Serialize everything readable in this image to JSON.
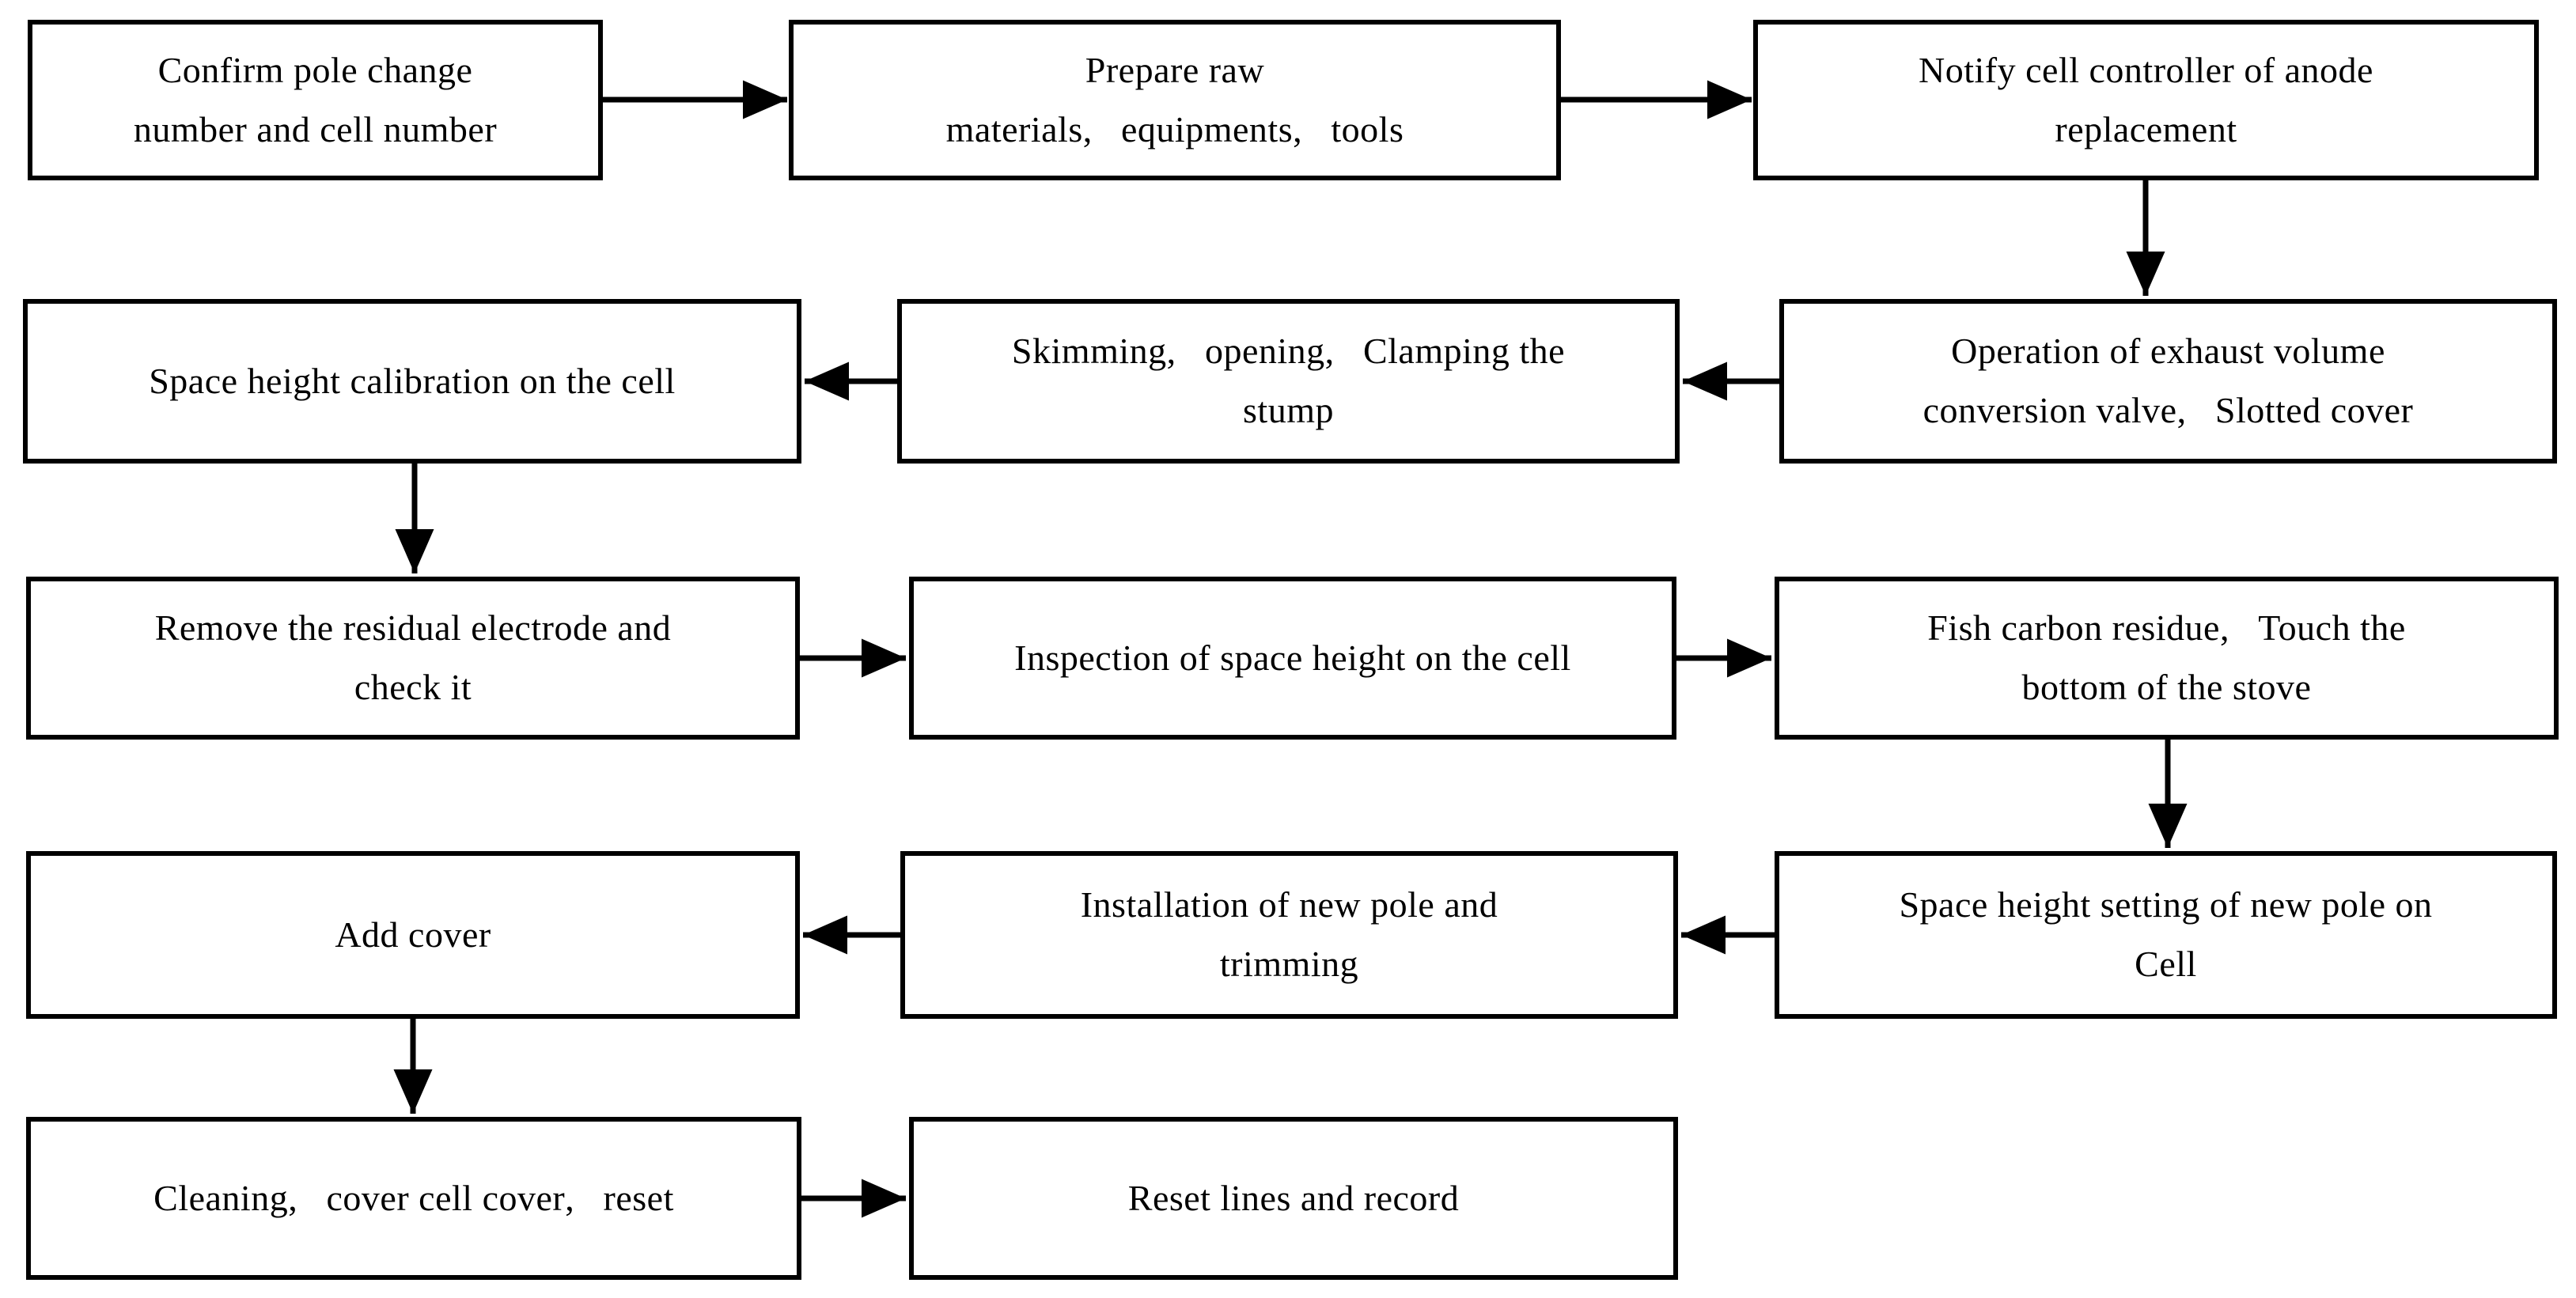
{
  "diagram": {
    "type": "flowchart",
    "background_color": "#ffffff",
    "box_border_color": "#000000",
    "arrow_color": "#000000",
    "text_color": "#000000",
    "nodes": [
      {
        "id": "confirm-pole-change",
        "label": "Confirm pole change\nnumber and cell number"
      },
      {
        "id": "prepare-raw-materials",
        "label": "Prepare raw\nmaterials、equipments、tools"
      },
      {
        "id": "notify-cell-controller",
        "label": "Notify cell controller of anode\nreplacement"
      },
      {
        "id": "exhaust-valve-operation",
        "label": "Operation of exhaust volume\nconversion valve、Slotted cover"
      },
      {
        "id": "skimming-opening-clamping",
        "label": "Skimming、opening、Clamping the\nstump"
      },
      {
        "id": "space-height-calibration",
        "label": "Space height calibration on the cell"
      },
      {
        "id": "remove-residual-electrode",
        "label": "Remove the residual electrode and\ncheck it"
      },
      {
        "id": "inspection-space-height",
        "label": "Inspection of space height on the cell"
      },
      {
        "id": "fish-carbon-residue",
        "label": "Fish carbon residue、Touch the\nbottom of the stove"
      },
      {
        "id": "space-height-setting-new-pole",
        "label": "Space height setting of new pole on\nCell"
      },
      {
        "id": "install-new-pole-trimming",
        "label": "Installation of new pole and\ntrimming"
      },
      {
        "id": "add-cover",
        "label": "Add cover"
      },
      {
        "id": "cleaning-cover-reset",
        "label": "Cleaning、cover cell cover、reset"
      },
      {
        "id": "reset-lines-record",
        "label": "Reset lines and record"
      }
    ],
    "edges": [
      {
        "from": "confirm-pole-change",
        "to": "prepare-raw-materials"
      },
      {
        "from": "prepare-raw-materials",
        "to": "notify-cell-controller"
      },
      {
        "from": "notify-cell-controller",
        "to": "exhaust-valve-operation"
      },
      {
        "from": "exhaust-valve-operation",
        "to": "skimming-opening-clamping"
      },
      {
        "from": "skimming-opening-clamping",
        "to": "space-height-calibration"
      },
      {
        "from": "space-height-calibration",
        "to": "remove-residual-electrode"
      },
      {
        "from": "remove-residual-electrode",
        "to": "inspection-space-height"
      },
      {
        "from": "inspection-space-height",
        "to": "fish-carbon-residue"
      },
      {
        "from": "fish-carbon-residue",
        "to": "space-height-setting-new-pole"
      },
      {
        "from": "space-height-setting-new-pole",
        "to": "install-new-pole-trimming"
      },
      {
        "from": "install-new-pole-trimming",
        "to": "add-cover"
      },
      {
        "from": "add-cover",
        "to": "cleaning-cover-reset"
      },
      {
        "from": "cleaning-cover-reset",
        "to": "reset-lines-record"
      }
    ]
  }
}
